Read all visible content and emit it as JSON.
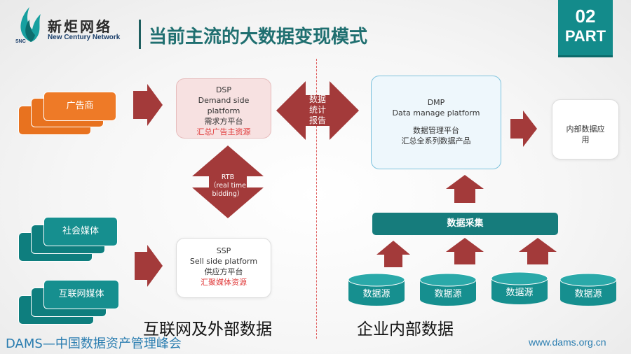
{
  "header": {
    "logo_cn": "新炬网络",
    "logo_en": "New Century Network",
    "logo_abbr": "SNC",
    "title": "当前主流的大数据变现模式",
    "part_number": "02",
    "part_label": "PART"
  },
  "sources": {
    "advertiser": "广告商",
    "social_media": "社会媒体",
    "internet_media": "互联网媒体"
  },
  "dsp": {
    "line1": "DSP",
    "line2": "Demand side",
    "line3": "platform",
    "line4": "需求方平台",
    "line5": "汇总广告主资源"
  },
  "ssp": {
    "line1": "SSP",
    "line2": "Sell side platform",
    "line3": "供应方平台",
    "line4": "汇聚媒体资源"
  },
  "rtb": {
    "line1": "RTB",
    "line2": "（real time",
    "line3": "bidding）"
  },
  "report_arrow": {
    "line1": "数据",
    "line2": "统计",
    "line3": "报告"
  },
  "dmp": {
    "line1": "DMP",
    "line2": "Data manage platform",
    "line3": "数据管理平台",
    "line4": "汇总全系列数据产品"
  },
  "internal_app": {
    "line1": "内部数据应",
    "line2": "用"
  },
  "data_collection": "数据采集",
  "data_sources": [
    "数据源",
    "数据源",
    "数据源",
    "数据源"
  ],
  "labels": {
    "left_section": "互联网及外部数据",
    "right_section": "企业内部数据"
  },
  "footer": {
    "left": "DAMS—中国数据资产管理峰会",
    "right": "www.dams.org.cn"
  },
  "colors": {
    "teal": "#168f8f",
    "orange": "#ee7a27",
    "arrow_red": "#a33a3a",
    "accent_red": "#e03a3a"
  }
}
